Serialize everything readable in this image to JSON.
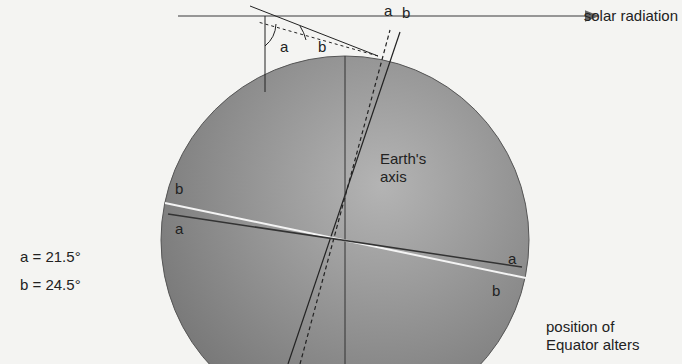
{
  "diagram": {
    "labels": [
      "a",
      "b",
      "a",
      "b",
      "solar radiation",
      "Earth's axis",
      "b",
      "a",
      "a",
      "b",
      "a = 21.5°",
      "b = 24.5°",
      "position of Equator alters"
    ]
  }
}
